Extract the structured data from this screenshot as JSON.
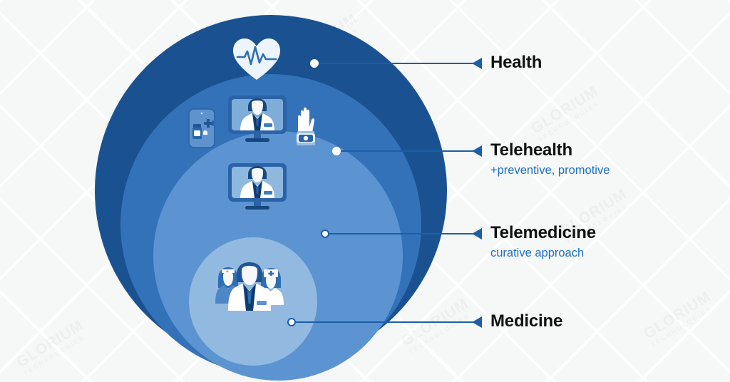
{
  "background": {
    "canvas_color": "#f6f7f7",
    "watermark_main": "GLORIUM",
    "watermark_sub": "TECHNOLOGIES"
  },
  "diagram": {
    "type": "nested-concentric-circles",
    "title": "Health / Telehealth / Telemedicine / Medicine",
    "layers": [
      {
        "key": "health",
        "label": "Health",
        "subtitle": "",
        "color": "#1a5291",
        "dot_style": "filled",
        "icons": [
          "heart-ecg-icon"
        ]
      },
      {
        "key": "telehealth",
        "label": "Telehealth",
        "subtitle": "+preventive, promotive",
        "color": "#3372b8",
        "dot_style": "filled",
        "icons": [
          "mobile-pharmacy-icon",
          "doctor-on-monitor-icon",
          "smartwatch-hand-icon"
        ]
      },
      {
        "key": "telemedicine",
        "label": "Telemedicine",
        "subtitle": "curative approach",
        "color": "#5b94d1",
        "dot_style": "ringed",
        "icons": [
          "doctor-on-monitor-icon"
        ]
      },
      {
        "key": "medicine",
        "label": "Medicine",
        "subtitle": "",
        "color": "#92b9e0",
        "dot_style": "ringed",
        "icons": [
          "medical-team-icon"
        ]
      }
    ],
    "accent_color": "#1a5fa8",
    "subtitle_color": "#1a6fc4",
    "title_color": "#111111"
  }
}
